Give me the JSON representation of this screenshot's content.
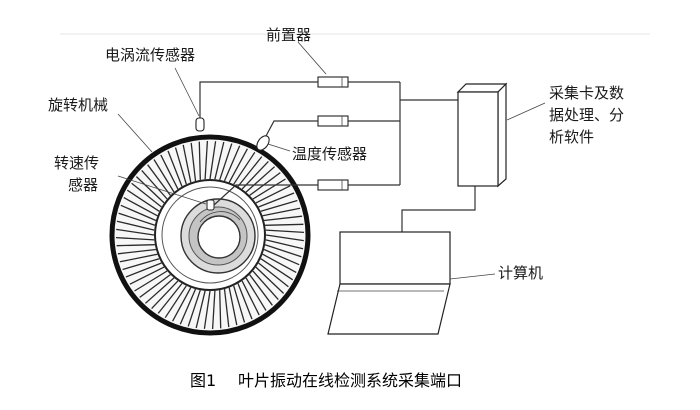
{
  "labels": {
    "eddy_sensor": "电涡流传感器",
    "preamp": "前置器",
    "machine": "旋转机械",
    "temp_sensor": "温度传感器",
    "speed_sensor_line1": "转速传",
    "speed_sensor_line2": "感器",
    "daq_line1": "采集卡及数",
    "daq_line2": "据处理、分",
    "daq_line3": "析软件",
    "computer": "计算机"
  },
  "caption": {
    "fig_no": "图1",
    "text": "叶片振动在线检测系统采集端口"
  }
}
